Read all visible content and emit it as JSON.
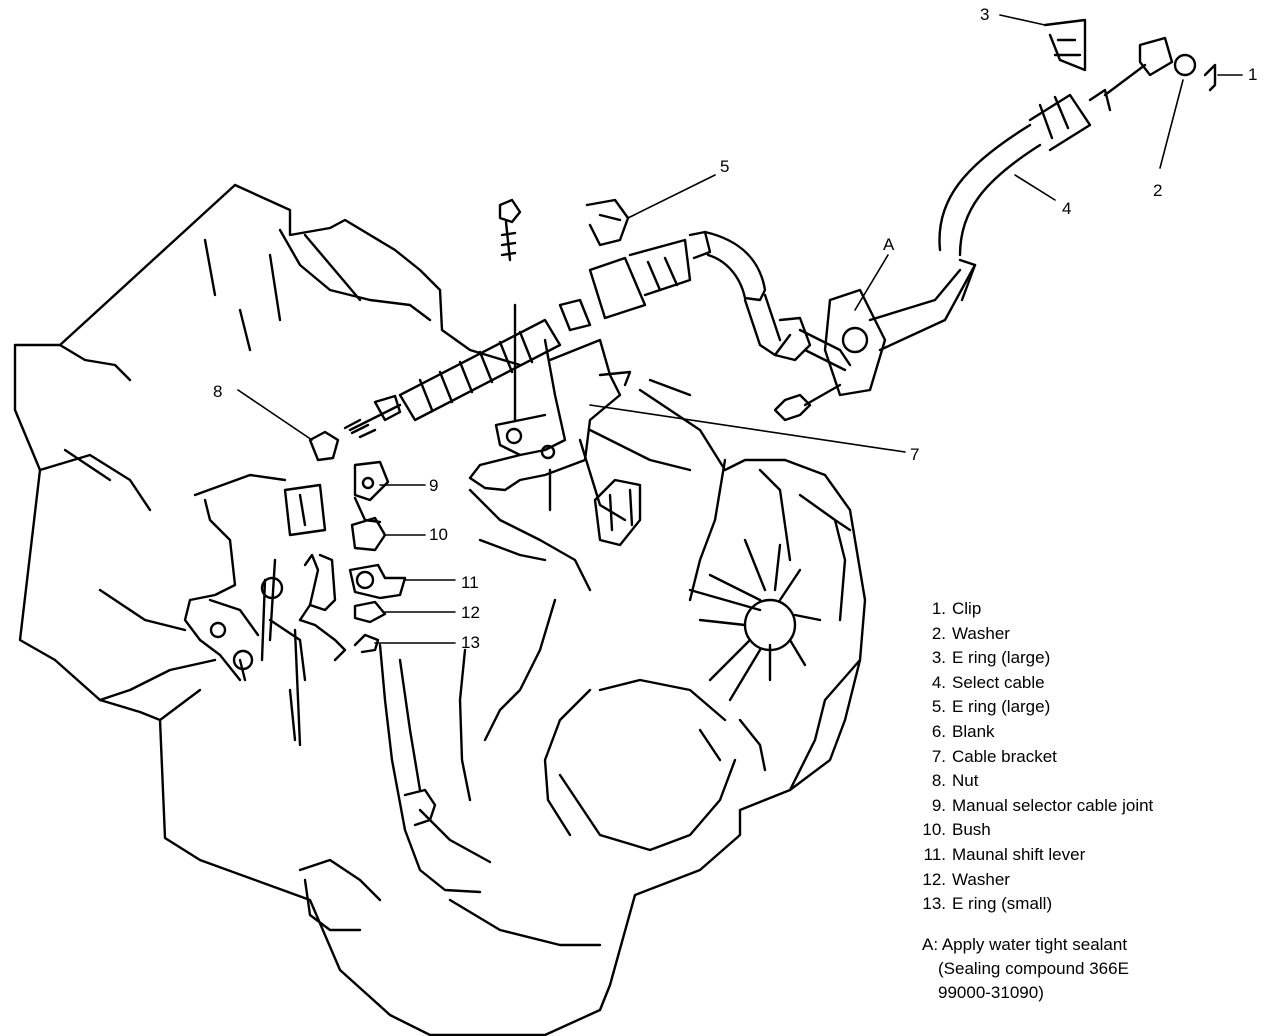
{
  "callouts": [
    "1",
    "2",
    "3",
    "4",
    "5",
    "A",
    "7",
    "8",
    "9",
    "10",
    "11",
    "12",
    "13"
  ],
  "legend": [
    {
      "num": "1.",
      "text": "Clip"
    },
    {
      "num": "2.",
      "text": "Washer"
    },
    {
      "num": "3.",
      "text": "E ring (large)"
    },
    {
      "num": "4.",
      "text": "Select cable"
    },
    {
      "num": "5.",
      "text": "E ring (large)"
    },
    {
      "num": "6.",
      "text": "Blank"
    },
    {
      "num": "7.",
      "text": "Cable bracket"
    },
    {
      "num": "8.",
      "text": "Nut"
    },
    {
      "num": "9.",
      "text": "Manual selector cable joint"
    },
    {
      "num": "10.",
      "text": "Bush"
    },
    {
      "num": "11.",
      "text": "Maunal shift lever"
    },
    {
      "num": "12.",
      "text": "Washer"
    },
    {
      "num": "13.",
      "text": "E ring (small)"
    }
  ],
  "note": {
    "line1": "A: Apply water tight sealant",
    "line2": "(Sealing compound 366E",
    "line3": "99000-31090)"
  }
}
